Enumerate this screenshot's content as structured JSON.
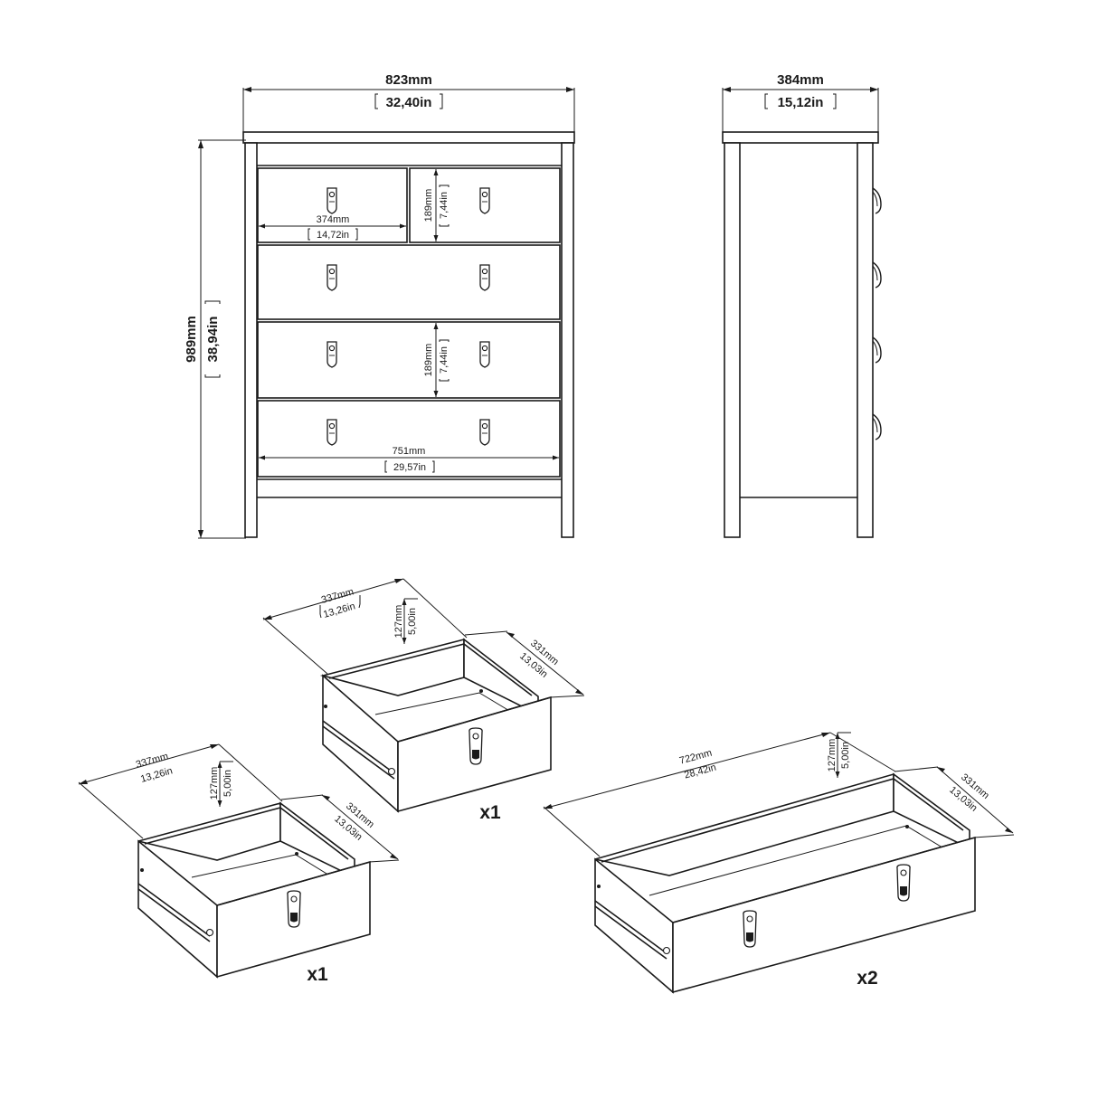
{
  "front_view": {
    "width": {
      "mm": "823mm",
      "in": "32,40in"
    },
    "height": {
      "mm": "989mm",
      "in": "38,94in"
    },
    "small_drawer_width": {
      "mm": "374mm",
      "in": "14,72in"
    },
    "small_drawer_height": {
      "mm": "189mm",
      "in": "7,44in"
    },
    "large_drawer_height": {
      "mm": "189mm",
      "in": "7,44in"
    },
    "large_drawer_width": {
      "mm": "751mm",
      "in": "29,57in"
    }
  },
  "side_view": {
    "depth": {
      "mm": "384mm",
      "in": "15,12in"
    }
  },
  "drawer_a": {
    "width": {
      "mm": "337mm",
      "in": "13,26in"
    },
    "height": {
      "mm": "127mm",
      "in": "5,00in"
    },
    "depth": {
      "mm": "331mm",
      "in": "13,03in"
    },
    "quantity": "x1"
  },
  "drawer_b": {
    "width": {
      "mm": "337mm",
      "in": "13,26in"
    },
    "height": {
      "mm": "127mm",
      "in": "5,00in"
    },
    "depth": {
      "mm": "331mm",
      "in": "13,03in"
    },
    "quantity": "x1"
  },
  "drawer_c": {
    "width": {
      "mm": "722mm",
      "in": "28,42in"
    },
    "height": {
      "mm": "127mm",
      "in": "5,00in"
    },
    "depth": {
      "mm": "331mm",
      "in": "13,03in"
    },
    "quantity": "x2"
  }
}
